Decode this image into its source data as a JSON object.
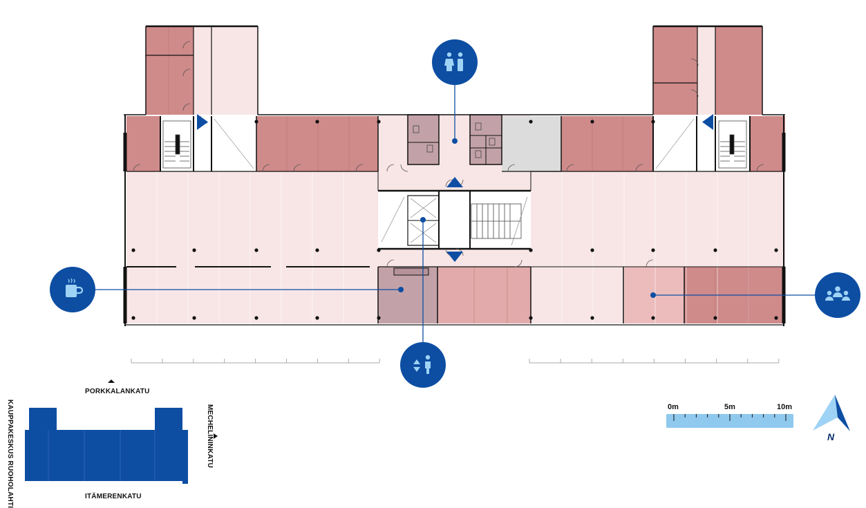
{
  "floor_plan": {
    "colors": {
      "corridor": "#f8e6e6",
      "room_dark": "#cf8a8a",
      "room_medium": "#e2aaaa",
      "room_light": "#ecbcbc",
      "room_mauve": "#c2a2a8",
      "room_grey": "#dcdcdc",
      "wall": "#111111",
      "marker": "#0d4ea3"
    },
    "markers": [
      {
        "icon": "restroom-icon"
      },
      {
        "icon": "coffee-icon"
      },
      {
        "icon": "elevator-restroom-icon"
      },
      {
        "icon": "meeting-room-icon"
      }
    ]
  },
  "streets": {
    "north": "PORKKALANKATU",
    "east": "MECHELININKATU",
    "west": "KAUPPAKESKUS RUOHOLAHTI",
    "south": "ITÄMERENKATU"
  },
  "scale_bar": {
    "labels": [
      "0m",
      "5m",
      "10m"
    ],
    "color": "#8fc9ee"
  },
  "compass": {
    "label": "N"
  }
}
